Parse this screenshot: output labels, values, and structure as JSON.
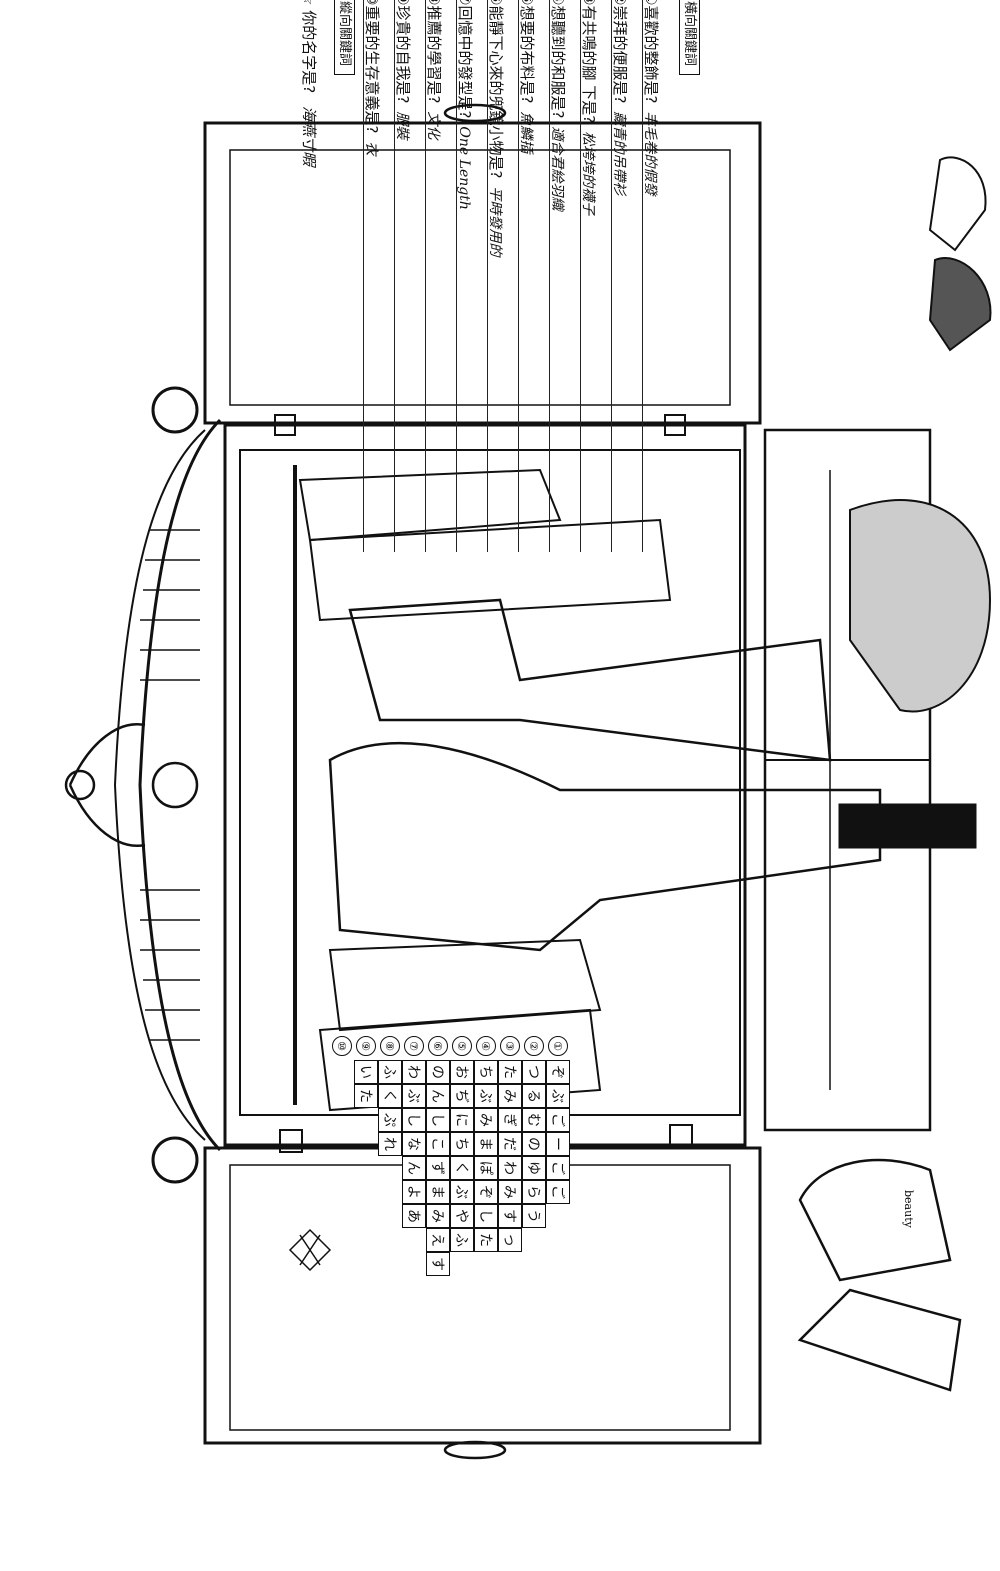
{
  "clues": {
    "across_header": "橫向關鍵詞",
    "down_header": "縱向關鍵詞",
    "items": [
      {
        "q": "①喜歡的",
        "blank": "整飾",
        "mid": "是?",
        "a": "丰毛卷的假發"
      },
      {
        "q": "②崇拜的",
        "blank": "便服",
        "mid": "是?",
        "a": "藏青的吊帶衫"
      },
      {
        "q": "③有共鳴的",
        "blank": "腳 下",
        "mid": "是?",
        "a": "松垮垮的襪子"
      },
      {
        "q": "④想聽到的",
        "blank": "和服",
        "mid": "是?",
        "a": "適合君絵羽織"
      },
      {
        "q": "⑤想要的",
        "blank": "布料",
        "mid": "是?",
        "a": "魚鱗插"
      },
      {
        "q": "⑥能靜下心來的",
        "blank": "兜鏡小物",
        "mid": "是?",
        "a": "平時發用的"
      },
      {
        "q": "⑦回憶中的",
        "blank": "發型",
        "mid": "是?",
        "a": "One Length"
      },
      {
        "q": "⑧推薦的",
        "blank": "學習",
        "mid": "是?",
        "a": "文化"
      },
      {
        "q": "⑨珍貴的",
        "blank": "自我",
        "mid": "是?",
        "a": "服裝"
      },
      {
        "q": "⑩重要的",
        "blank": "生存意義",
        "mid": "是?",
        "a": "衣"
      }
    ],
    "name_question": "☆ 你的名字是?",
    "name_answer": "海燕寸暇"
  },
  "grid": {
    "rows": [
      [
        "ぞ",
        "ぶ",
        "ご",
        "ー",
        "ご",
        "ご"
      ],
      [
        "つ",
        "る",
        "む",
        "の",
        "ゆ",
        "ら",
        "う"
      ],
      [
        "た",
        "み",
        "ぎ",
        "だ",
        "わ",
        "み",
        "す",
        "っ"
      ],
      [
        "ち",
        "ぶ",
        "み",
        "ま",
        "ぽ",
        "ぞ",
        "し",
        "た"
      ],
      [
        "お",
        "ぢ",
        "に",
        "ち",
        "く",
        "ぶ",
        "や",
        "ふ"
      ],
      [
        "の",
        "ん",
        "し",
        "こ",
        "ず",
        "ま",
        "み",
        "え",
        "す"
      ],
      [
        "わ",
        "ぶ",
        "し",
        "な",
        "ん",
        "よ",
        "あ"
      ],
      [
        "ふ",
        "く",
        "ぷ",
        "れ"
      ],
      [
        "い",
        "た"
      ]
    ],
    "numbers": [
      "①",
      "②",
      "③",
      "④",
      "⑤",
      "⑥",
      "⑦",
      "⑧",
      "⑨",
      "⑩"
    ]
  },
  "wardrobe": {
    "emblem_icon": "flower-emblem-icon",
    "tag_label": "beauty"
  }
}
